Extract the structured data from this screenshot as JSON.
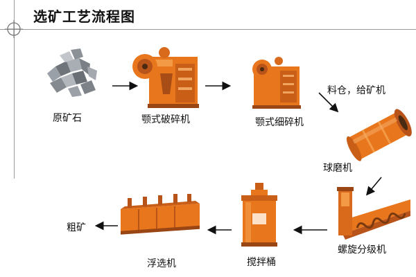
{
  "title": "选矿工艺流程图",
  "steps": {
    "ore": "原矿石",
    "jaw_crusher": "颚式破碎机",
    "fine_jaw_crusher": "颚式细碎机",
    "bin_feeder": "料仓，给矿机",
    "ball_mill": "球磨机",
    "spiral_classifier": "螺旋分级机",
    "mixing_tank": "搅拌桶",
    "flotation": "浮选机",
    "concentrate": "粗矿"
  },
  "colors": {
    "machine": "#e8761c",
    "machine_dark": "#b8531a",
    "rock": "#8f949b",
    "arrow": "#111111"
  }
}
